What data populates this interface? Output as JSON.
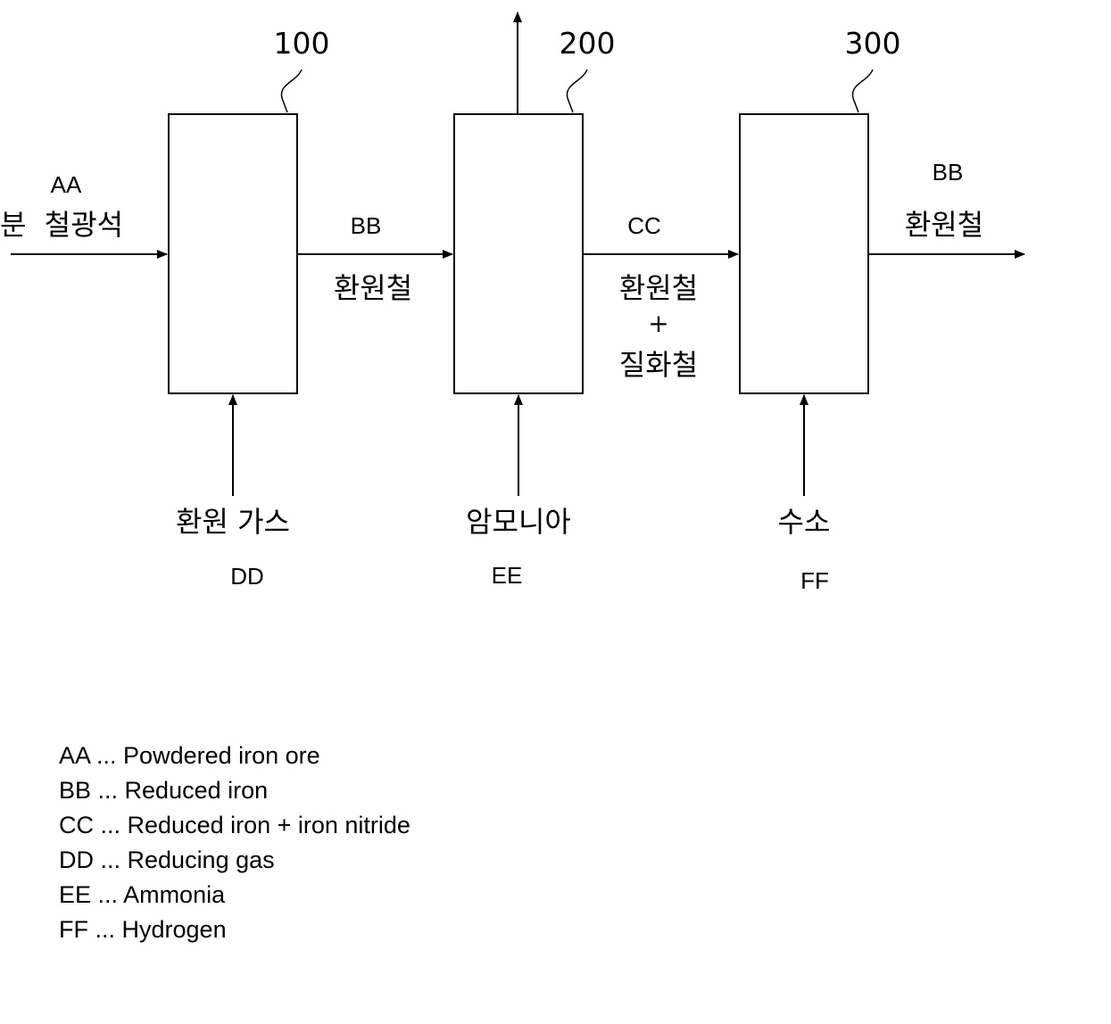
{
  "reactors": [
    {
      "ref": "100"
    },
    {
      "ref": "200"
    },
    {
      "ref": "300"
    }
  ],
  "flows": {
    "feed": {
      "code": "AA",
      "korean": "분  철광석"
    },
    "stream_1_2": {
      "code": "BB",
      "korean": "환원철"
    },
    "stream_2_3": {
      "code": "CC",
      "korean_line1": "환원철",
      "plus": "+",
      "korean_line2": "질화철"
    },
    "product": {
      "code": "BB",
      "korean": "환원철"
    }
  },
  "gas_inputs": [
    {
      "code": "DD",
      "korean": "환원 가스"
    },
    {
      "code": "EE",
      "korean": "암모니아"
    },
    {
      "code": "FF",
      "korean": "수소"
    }
  ],
  "legend": [
    {
      "code": "AA",
      "sep": " ... ",
      "desc": "Powdered iron ore"
    },
    {
      "code": "BB",
      "sep": " ... ",
      "desc": "Reduced iron"
    },
    {
      "code": "CC",
      "sep": " ... ",
      "desc": "Reduced iron + iron nitride"
    },
    {
      "code": "DD",
      "sep": " ... ",
      "desc": "Reducing gas"
    },
    {
      "code": "EE",
      "sep": " ... ",
      "desc": "Ammonia"
    },
    {
      "code": "FF",
      "sep": " ... ",
      "desc": "Hydrogen"
    }
  ]
}
